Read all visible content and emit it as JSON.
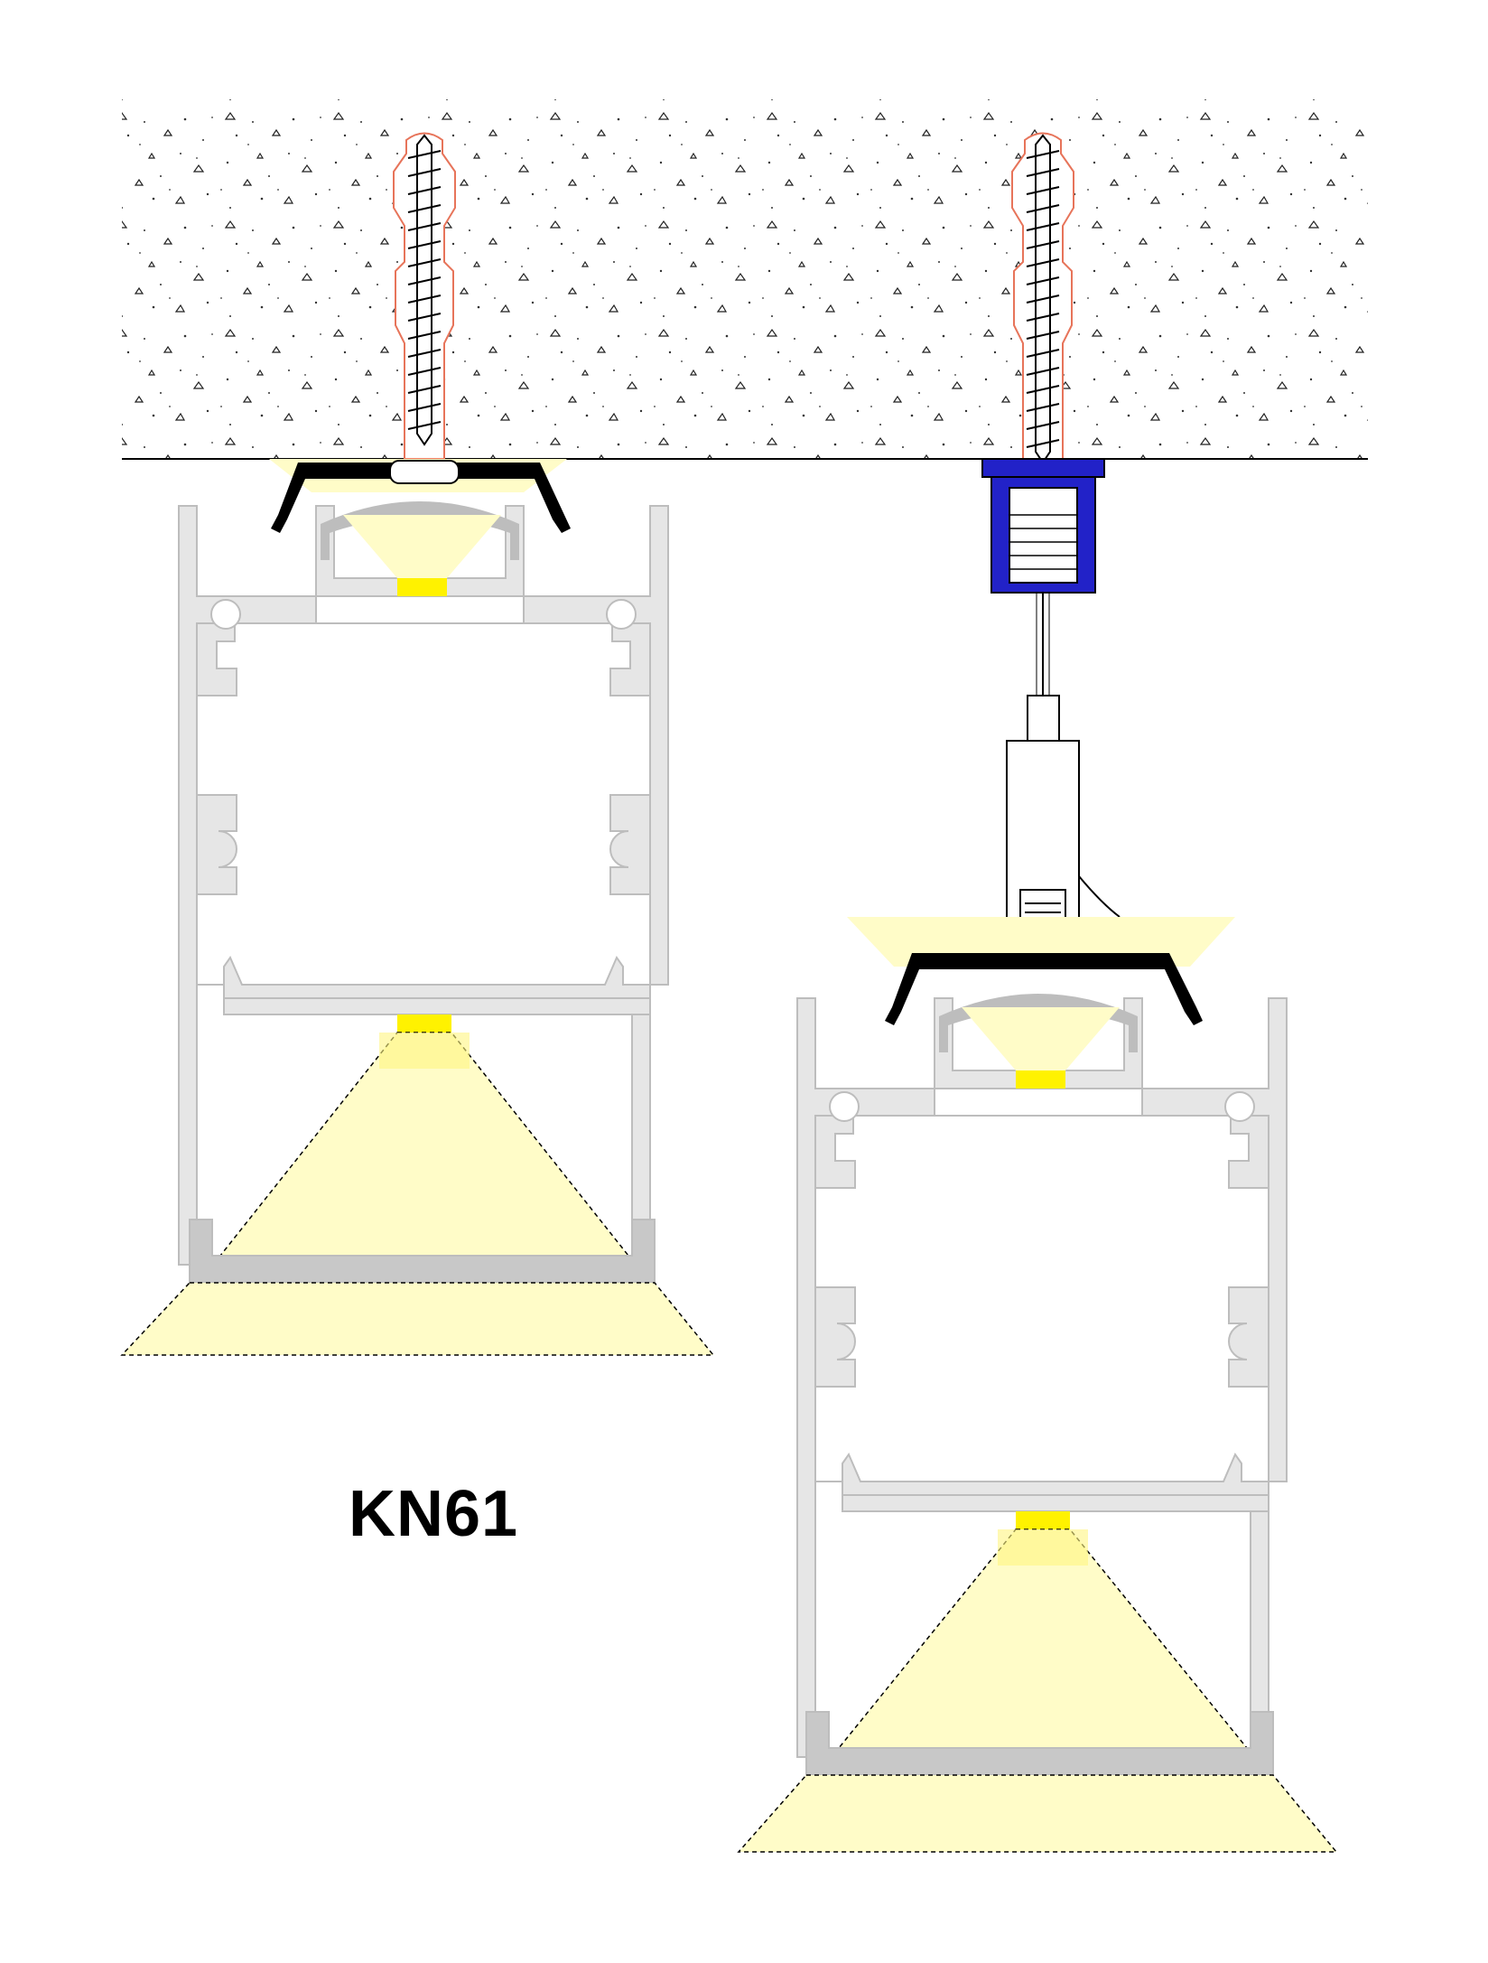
{
  "product_code": "KN61",
  "parts": {
    "ceiling": "concrete-ceiling",
    "left_assembly": "surface-mounted-profile",
    "right_assembly": "suspended-profile",
    "fasteners": [
      "wall-plug",
      "screw",
      "mounting-clip",
      "ceiling-cup",
      "suspension-cable",
      "cable-gripper"
    ]
  },
  "colors": {
    "profile": "#e6e6e6",
    "profile_stroke": "#bdbdbd",
    "light": "#fffcc8",
    "led": "#fff200",
    "wall_plug": "#e7745a",
    "ceiling_cup": "#2222c8",
    "clip": "#000000",
    "diffuser": "#bdbdbd"
  }
}
